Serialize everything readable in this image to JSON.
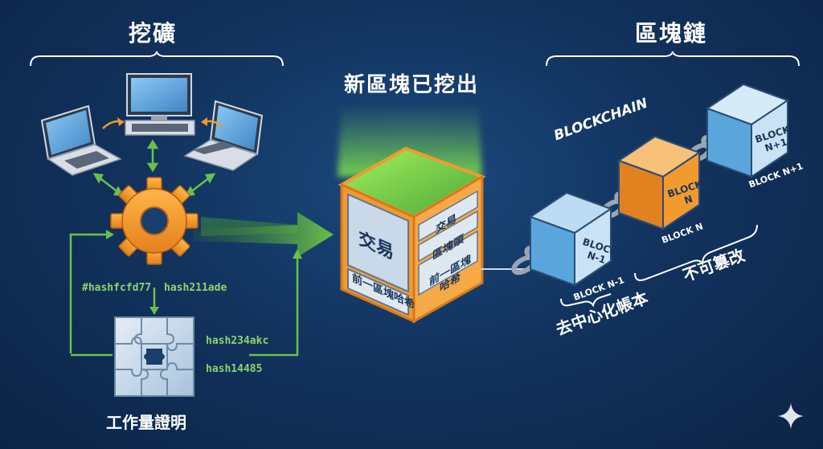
{
  "mining": {
    "title": "挖礦",
    "hashes": [
      "#hashfcfd77",
      "hash211ade",
      "hash234akc",
      "hash14485"
    ],
    "proof_label": "工作量證明"
  },
  "new_block": {
    "title": "新區塊已挖出",
    "transactions": "交易",
    "prev_hash_front": "前一區塊哈希",
    "side_items": [
      "交易",
      "區塊頭",
      "前一區塊\n哈希"
    ]
  },
  "blockchain": {
    "title": "區塊鏈",
    "word": "BLOCKCHAIN",
    "blocks": [
      {
        "face": "BLOCK\nN-1",
        "caption": "BLOCK N-1",
        "color": "#5aa5dc"
      },
      {
        "face": "BLOCK\nN",
        "caption": "BLOCK N",
        "color": "#f29a2e"
      },
      {
        "face": "BLOCK\nN+1",
        "caption": "BLOCK N+1",
        "color": "#5aa5dc"
      }
    ],
    "decentralized": "去中心化帳本",
    "immutable": "不可篡改"
  },
  "colors": {
    "green_arrow": "#6cc04a",
    "orange": "#f29a2e",
    "gear": "#f39a25",
    "accent_blue": "#6fb3e4"
  },
  "icons": [
    "laptop-icon",
    "desktop-icon",
    "gear-icon",
    "puzzle-icon",
    "sparkle-icon"
  ]
}
